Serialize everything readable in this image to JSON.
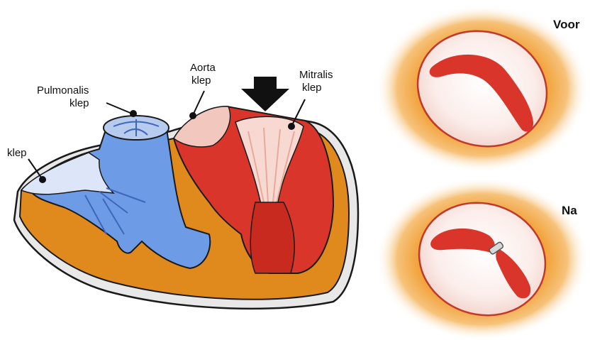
{
  "labels": {
    "klep": "klep",
    "pulmonalis_line1": "Pulmonalis",
    "pulmonalis_line2": "klep",
    "aorta_line1": "Aorta",
    "aorta_line2": "klep",
    "mitralis_line1": "Mitralis",
    "mitralis_line2": "klep"
  },
  "panels": {
    "before": "Voor",
    "after": "Na"
  },
  "colors": {
    "muscle_orange": "#E08A1E",
    "right_heart_blue": "#6E9BE6",
    "left_heart_red": "#D9352A",
    "valve_pink": "#F7D9D2",
    "outline": "#1a1a1a"
  }
}
